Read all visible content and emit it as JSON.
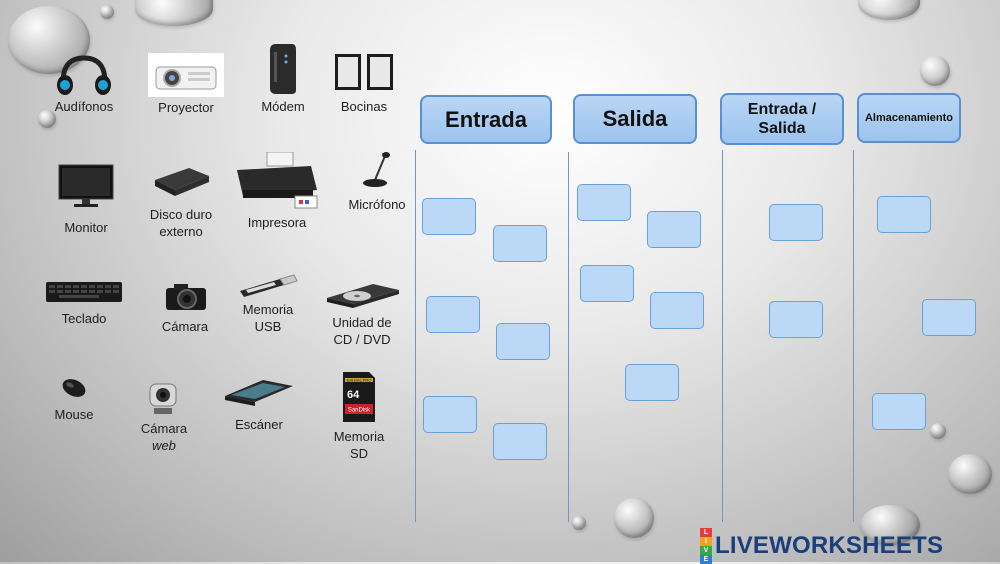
{
  "devices": [
    {
      "id": "audifonos",
      "line1": "Audífonos",
      "line2": "",
      "icon": "headphones-icon"
    },
    {
      "id": "proyector",
      "line1": "Proyector",
      "line2": "",
      "icon": "projector-icon"
    },
    {
      "id": "modem",
      "line1": "Módem",
      "line2": "",
      "icon": "modem-icon"
    },
    {
      "id": "bocinas",
      "line1": "Bocinas",
      "line2": "",
      "icon": "speakers-icon"
    },
    {
      "id": "monitor",
      "line1": "Monitor",
      "line2": "",
      "icon": "monitor-icon"
    },
    {
      "id": "disco",
      "line1": "Disco duro",
      "line2": "externo",
      "icon": "external-drive-icon"
    },
    {
      "id": "impresora",
      "line1": "Impresora",
      "line2": "",
      "icon": "printer-icon"
    },
    {
      "id": "microfono",
      "line1": "Micrófono",
      "line2": "",
      "icon": "microphone-icon"
    },
    {
      "id": "teclado",
      "line1": "Teclado",
      "line2": "",
      "icon": "keyboard-icon"
    },
    {
      "id": "camara",
      "line1": "Cámara",
      "line2": "",
      "icon": "camera-icon"
    },
    {
      "id": "usb",
      "line1": "Memoria",
      "line2": "USB",
      "icon": "usb-drive-icon"
    },
    {
      "id": "cd",
      "line1": "Unidad de",
      "line2": "CD / DVD",
      "icon": "cd-drive-icon"
    },
    {
      "id": "mouse",
      "line1": "Mouse",
      "line2": "",
      "icon": "mouse-icon"
    },
    {
      "id": "webcam",
      "line1": "Cámara",
      "line2": "web",
      "icon": "webcam-icon"
    },
    {
      "id": "escaner",
      "line1": "Escáner",
      "line2": "",
      "icon": "scanner-icon"
    },
    {
      "id": "sd",
      "line1": "Memoria",
      "line2": "SD",
      "icon": "sd-card-icon"
    }
  ],
  "sd_card_text": {
    "brand": "Extreme PRO",
    "capacity": "64",
    "maker": "SanDisk"
  },
  "categories": {
    "entrada": "Entrada",
    "salida": "Salida",
    "entrada_salida_1": "Entrada /",
    "entrada_salida_2": "Salida",
    "almacenamiento": "Almacenamiento"
  },
  "logo": {
    "text": "LIVEWORKSHEETS",
    "badge": [
      "L",
      "I",
      "V",
      "E"
    ]
  },
  "colors": {
    "header_fill": "#a9cdf2",
    "header_border": "#5b8fcf",
    "slot_fill": "#bcd8f7",
    "logo": "#1b3f7a"
  }
}
